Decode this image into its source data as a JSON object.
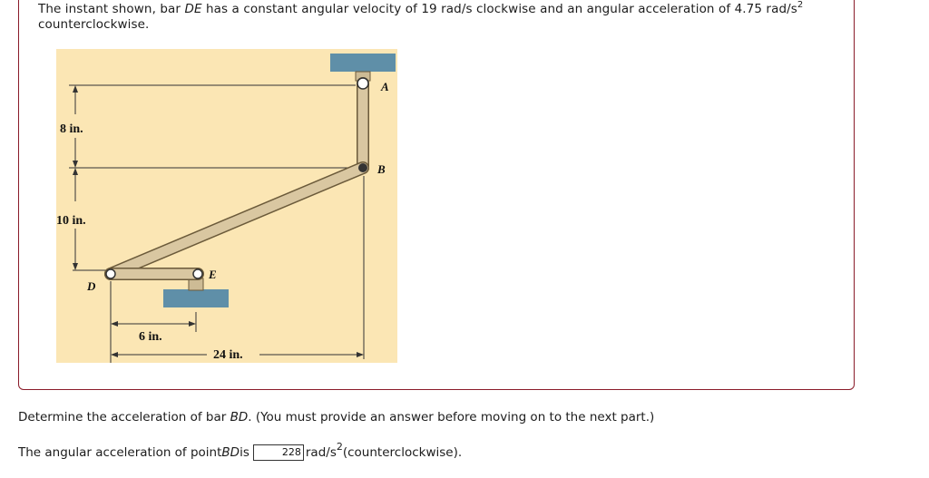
{
  "problem": {
    "prompt_line1_pre": "The instant shown, bar ",
    "prompt_line1_bar": "DE",
    "prompt_line1_post": " has a constant angular velocity of 19 rad/s clockwise and an angular acceleration of 4.75 rad/s",
    "prompt_line1_exp": "2",
    "prompt_line2": "counterclockwise."
  },
  "figure": {
    "labels": {
      "A": "A",
      "B": "B",
      "D": "D",
      "E": "E",
      "dim_8": "8 in.",
      "dim_10": "10 in.",
      "dim_6": "6 in.",
      "dim_24": "24 in."
    },
    "colors": {
      "background": "#fbe6b4",
      "bar_fill": "#d9c7a1",
      "support": "#5f8fa8",
      "dimension_line": "#333333"
    }
  },
  "question": {
    "text": "Determine the acceleration of bar ",
    "bar": "BD",
    "text_post": ". (You must provide an answer before moving on to the next part.)"
  },
  "answer": {
    "pre": "The angular acceleration of point ",
    "subject": "BD",
    "is": " is",
    "value": "228",
    "unit": "rad/s",
    "unit_exp": "2",
    "direction": " (counterclockwise)."
  }
}
